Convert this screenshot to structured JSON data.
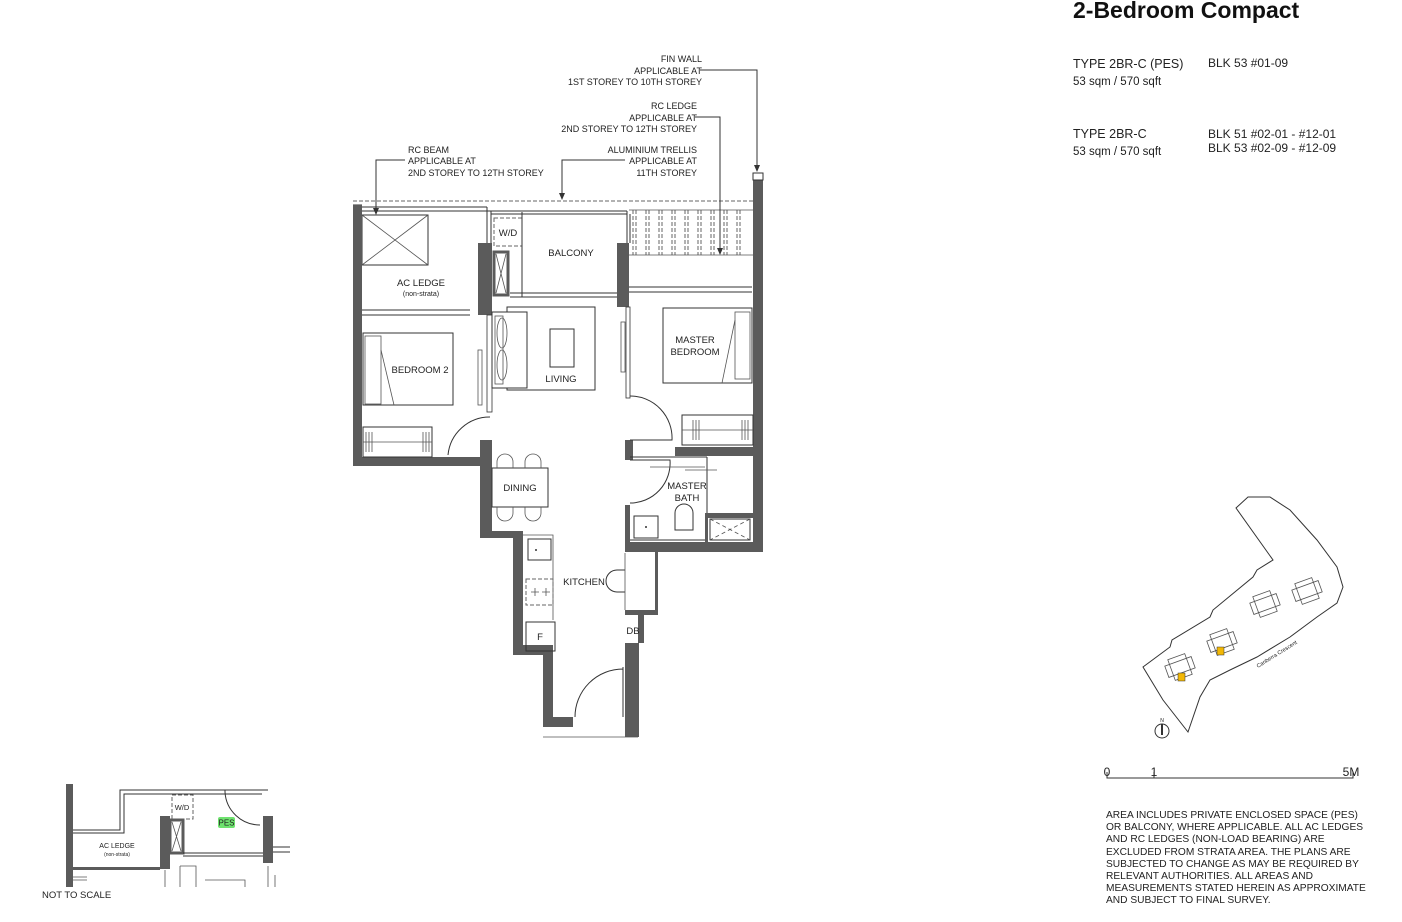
{
  "title": "2-Bedroom Compact",
  "units": [
    {
      "type": "TYPE 2BR-C (PES)",
      "area": "53 sqm / 570 sqft",
      "blocks": [
        "BLK 53  #01-09"
      ]
    },
    {
      "type": "TYPE 2BR-C",
      "area": "53 sqm / 570 sqft",
      "blocks": [
        "BLK 51   #02-01  - #12-01",
        "BLK 53  #02-09 - #12-09"
      ]
    }
  ],
  "plan": {
    "rooms": {
      "ac_ledge": "AC LEDGE",
      "ac_ledge_sub": "(non-strata)",
      "wd": "W/D",
      "balcony": "BALCONY",
      "bedroom2": "BEDROOM 2",
      "living": "LIVING",
      "master_bedroom_1": "MASTER",
      "master_bedroom_2": "BEDROOM",
      "dining": "DINING",
      "master_bath_1": "MASTER",
      "master_bath_2": "BATH",
      "kitchen": "KITCHEN",
      "fridge": "F",
      "db": "DB"
    },
    "annotations": {
      "fin_wall": [
        "FIN WALL",
        "APPLICABLE AT",
        "1ST STOREY TO 10TH  STOREY"
      ],
      "rc_ledge": [
        "RC LEDGE",
        "APPLICABLE AT",
        "2ND STOREY TO 12TH STOREY"
      ],
      "rc_beam": [
        "RC BEAM",
        "APPLICABLE AT",
        "2ND STOREY TO 12TH  STOREY"
      ],
      "trellis": [
        "ALUMINIUM TRELLIS",
        "APPLICABLE AT",
        "11TH STOREY"
      ]
    },
    "wall_color": "#5b5b5b"
  },
  "inset": {
    "ac_ledge": "AC LEDGE",
    "ac_ledge_sub": "(non-strata)",
    "wd": "W/D",
    "pes": "PES",
    "pes_color": "#6fe36f",
    "not_to_scale": "NOT TO SCALE"
  },
  "site_plan": {
    "road": "Canberra Crescent",
    "north": "N",
    "highlight_color": "#f2b705"
  },
  "scale_bar": {
    "zero": "0",
    "one": "1",
    "five": "5M"
  },
  "notes": "AREA INCLUDES PRIVATE ENCLOSED SPACE (PES) OR BALCONY, WHERE APPLICABLE. ALL AC LEDGES AND RC LEDGES (NON-LOAD BEARING) ARE EXCLUDED FROM STRATA AREA. THE PLANS ARE SUBJECTED TO CHANGE AS MAY BE REQUIRED BY RELEVANT AUTHORITIES. ALL AREAS AND MEASUREMENTS STATED HEREIN AS APPROXIMATE AND SUBJECT TO FINAL SURVEY."
}
